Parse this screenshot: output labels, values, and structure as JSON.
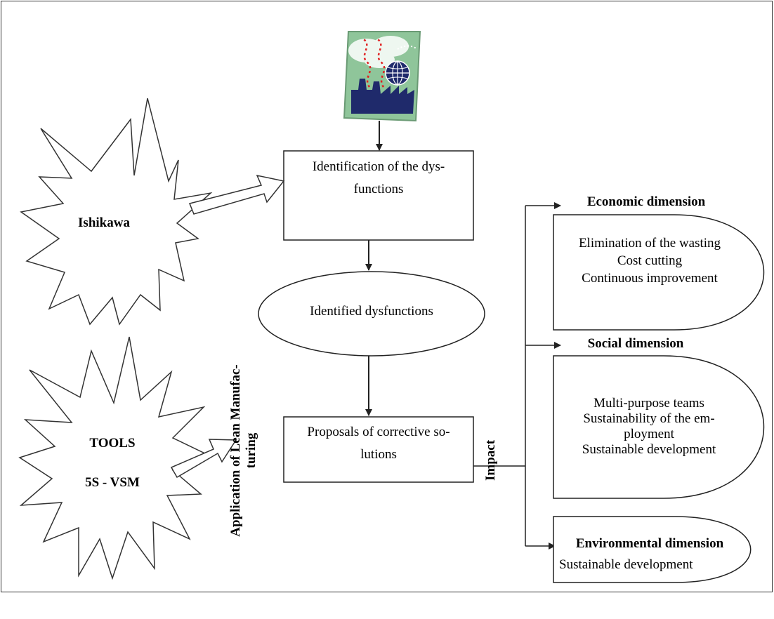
{
  "nodes": {
    "ishikawa": "Ishikawa",
    "tools_title": "TOOLS",
    "tools_list": "5S - VSM",
    "identification_line1": "Identification of the dys-",
    "identification_line2": "functions",
    "identified": "Identified dysfunctions",
    "proposals_line1": "Proposals of corrective so-",
    "proposals_line2": "lutions",
    "application_line1": "Application of Lean Manufac-",
    "application_line2": "turing",
    "impact": "Impact"
  },
  "dimensions": {
    "economic": {
      "title": "Economic dimension",
      "items": [
        "Elimination of the wasting",
        "Cost cutting",
        "Continuous improvement"
      ]
    },
    "social": {
      "title": "Social dimension",
      "items": [
        "Multi-purpose teams",
        "Sustainability of the em-",
        "ployment",
        "Sustainable development"
      ]
    },
    "environmental": {
      "title": "Environmental dimension",
      "items": [
        "Sustainable development"
      ]
    }
  },
  "icons": {
    "factory": "factory-globe-icon"
  },
  "colors": {
    "factory_building": "#1f2a6b",
    "factory_bg": "#9fd2a8",
    "smoke": "#e02020",
    "line": "#222222"
  }
}
